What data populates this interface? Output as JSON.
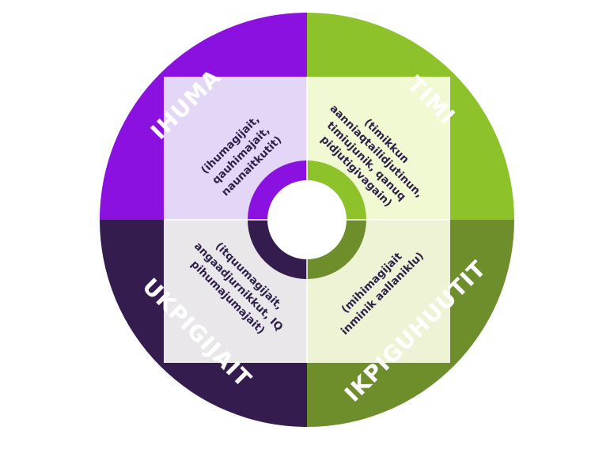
{
  "diagram": {
    "quadrants": [
      {
        "id": "ihuma",
        "title": "IHUMA",
        "description_lines": [
          "(ihumagijait,",
          "qauhimajait,",
          "naunaitkutit)"
        ],
        "outer_color": "#8a11e0",
        "inner_color": "#e3d6f7",
        "ring_color": "#8a11e0"
      },
      {
        "id": "timi",
        "title": "TIMI",
        "description_lines": [
          "(timikkun",
          "aanniaqtailidjutinun,",
          "timiujunik, qanuq",
          "pidjutigivagain)"
        ],
        "outer_color": "#8dc22a",
        "inner_color": "#f1f9d2",
        "ring_color": "#8dc22a"
      },
      {
        "id": "ikpiguhuutit",
        "title": "IKPIGUHUUTIT",
        "description_lines": [
          "(mihimagijait",
          "inminik aallaniklu)"
        ],
        "outer_color": "#6e8e2c",
        "inner_color": "#eef3d6",
        "ring_color": "#6e8e2c"
      },
      {
        "id": "ukpigijait",
        "title": "UKPIGIJAIT",
        "description_lines": [
          "(itquumagijait,",
          "angaadjurnikkut, IQ",
          "pihumajumajait)"
        ],
        "outer_color": "#341c4e",
        "inner_color": "#e9e7ea",
        "ring_color": "#341c4e"
      }
    ]
  }
}
